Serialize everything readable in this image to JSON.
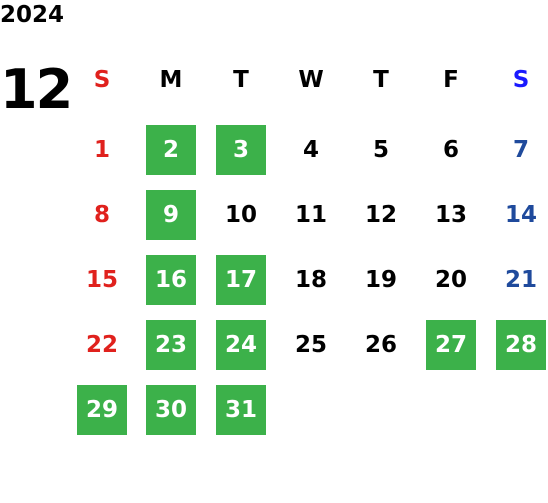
{
  "calendar": {
    "year": "2024",
    "month": "12",
    "weekdays": [
      "S",
      "M",
      "T",
      "W",
      "T",
      "F",
      "S"
    ],
    "weeks": [
      [
        null,
        "2",
        "3",
        "4",
        "5",
        "6",
        "7"
      ],
      [
        "8",
        "9",
        "10",
        "11",
        "12",
        "13",
        "14"
      ],
      [
        "15",
        "16",
        "17",
        "18",
        "19",
        "20",
        "21"
      ],
      [
        "22",
        "23",
        "24",
        "25",
        "26",
        "27",
        "28"
      ],
      [
        "29",
        "30",
        "31",
        null,
        null,
        null,
        null
      ]
    ],
    "first_row_sunday": "1",
    "highlighted_days": [
      "2",
      "3",
      "9",
      "16",
      "17",
      "23",
      "24",
      "27",
      "28",
      "29",
      "30",
      "31"
    ],
    "colors": {
      "sunday": "#e0211d",
      "saturday_header": "#1a1aff",
      "saturday": "#1f4a9c",
      "weekday": "#000000",
      "highlight_bg": "#3cb14a",
      "highlight_text": "#ffffff"
    }
  }
}
